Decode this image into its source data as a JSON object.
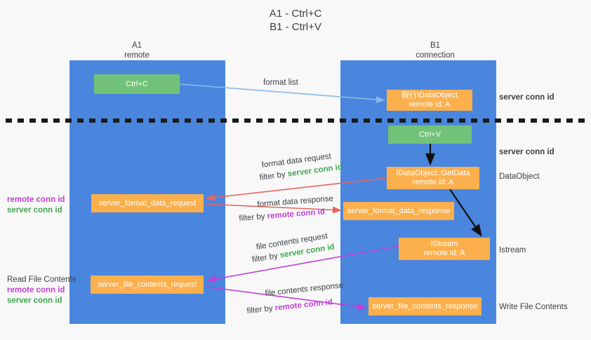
{
  "title": {
    "line1": "A1 - Ctrl+C",
    "line2": "B1 - Ctrl+V"
  },
  "lanes": [
    {
      "id": "a1",
      "name": "A1",
      "sub": "remote",
      "color": "#4a86de"
    },
    {
      "id": "b1",
      "name": "B1",
      "sub": "connection",
      "color": "#4a86de"
    }
  ],
  "colors": {
    "lane": "#4a86de",
    "green_box": "#72c279",
    "orange_box": "#fbb04d",
    "green_text": "#3fa84f",
    "purple_text": "#c13fd6",
    "arrow_blue": "#8ab9e8",
    "arrow_red": "#e8635f",
    "arrow_purple": "#c13fd6",
    "arrow_black": "#000000",
    "background": "#f8f8f8"
  },
  "nodes": {
    "ctrl_c": {
      "label": "Ctrl+C",
      "sub": ""
    },
    "fake_idataobject": {
      "label": "假行IDataObject",
      "sub": "remote id: A"
    },
    "ctrl_v": {
      "label": "Ctrl+V",
      "sub": ""
    },
    "getdata": {
      "label": "IDataObject::GetData",
      "sub": "remote id: A"
    },
    "format_data_request": {
      "label": "server_format_data_request",
      "sub": ""
    },
    "format_data_response": {
      "label": "server_format_data_response",
      "sub": ""
    },
    "istream": {
      "label": "IStream",
      "sub": "remote id: A"
    },
    "file_contents_request": {
      "label": "server_file_contents_request",
      "sub": ""
    },
    "file_contents_response": {
      "label": "server_file_contents_response",
      "sub": ""
    }
  },
  "edge_labels": {
    "format_list": "format list",
    "format_data_request": "format data request",
    "format_data_request_filter_prefix": "filter by ",
    "format_data_request_filter_key": "server conn id",
    "format_data_response": "format data response",
    "format_data_response_filter_prefix": "filter by ",
    "format_data_response_filter_key": "remote conn id",
    "file_contents_request": "file contents request",
    "file_contents_request_filter_prefix": "filter by ",
    "file_contents_request_filter_key": "server conn id",
    "file_contents_response": "file contents response",
    "file_contents_response_filter_prefix": "filter by ",
    "file_contents_response_filter_key": "remote conn id"
  },
  "right_annotations": [
    {
      "id": "server-conn-id-top",
      "text": "server conn id",
      "style": "green"
    },
    {
      "id": "server-conn-id-mid",
      "text": "server conn id",
      "style": "green"
    },
    {
      "id": "dataobject",
      "text": "DataObject",
      "style": "plain"
    },
    {
      "id": "istream",
      "text": "Istream",
      "style": "plain"
    },
    {
      "id": "write-file-contents",
      "text": "Write File Contents",
      "style": "plain"
    }
  ],
  "left_annotations": {
    "format_block": {
      "remote": "remote conn id",
      "server": "server conn id"
    },
    "file_block": {
      "heading": "Read File Contents",
      "remote": "remote conn id",
      "server": "server conn id"
    }
  }
}
